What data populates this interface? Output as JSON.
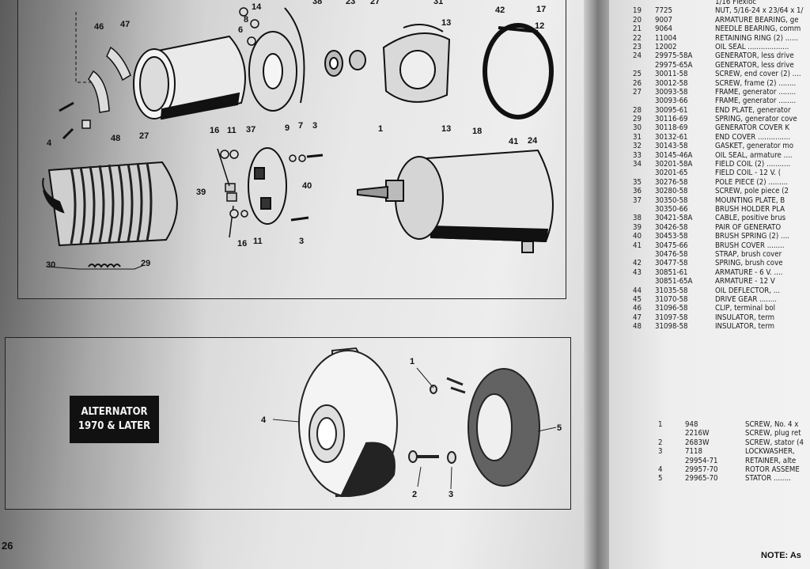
{
  "page_number": "26",
  "alternator_label": {
    "line1": "ALTERNATOR",
    "line2": "1970 & LATER"
  },
  "note_text": "NOTE: As",
  "top_callouts": [
    "1",
    "3",
    "3",
    "4",
    "6",
    "7",
    "8",
    "9",
    "11",
    "11",
    "12",
    "13",
    "13",
    "14",
    "16",
    "16",
    "17",
    "18",
    "23",
    "24",
    "27",
    "27",
    "29",
    "30",
    "31",
    "37",
    "38",
    "39",
    "40",
    "41",
    "42",
    "46",
    "47",
    "48"
  ],
  "bottom_callouts": [
    "1",
    "2",
    "3",
    "4",
    "5"
  ],
  "parts_list": [
    {
      "fig": "",
      "num": "",
      "desc": "1/16 Flexloc"
    },
    {
      "fig": "19",
      "num": "7725",
      "desc": "NUT, 5/16-24 x 23/64 x 1/"
    },
    {
      "fig": "20",
      "num": "9007",
      "desc": "ARMATURE BEARING, ge"
    },
    {
      "fig": "21",
      "num": "9064",
      "desc": "NEEDLE BEARING, comm"
    },
    {
      "fig": "22",
      "num": "11004",
      "desc": "RETAINING RING (2) ......"
    },
    {
      "fig": "23",
      "num": "12002",
      "desc": "OIL SEAL ..................."
    },
    {
      "fig": "24",
      "num": "29975-58A",
      "desc": "GENERATOR, less drive"
    },
    {
      "fig": "",
      "num": "29975-65A",
      "desc": "GENERATOR, less drive"
    },
    {
      "fig": "25",
      "num": "30011-58",
      "desc": "SCREW, end cover (2) ...."
    },
    {
      "fig": "26",
      "num": "30012-58",
      "desc": "SCREW, frame (2) ........"
    },
    {
      "fig": "27",
      "num": "30093-58",
      "desc": "FRAME, generator ........"
    },
    {
      "fig": "",
      "num": "30093-66",
      "desc": "FRAME, generator ........"
    },
    {
      "fig": "28",
      "num": "30095-61",
      "desc": "END PLATE, generator"
    },
    {
      "fig": "29",
      "num": "30116-69",
      "desc": "SPRING, generator cove"
    },
    {
      "fig": "30",
      "num": "30118-69",
      "desc": "GENERATOR COVER K"
    },
    {
      "fig": "31",
      "num": "30132-61",
      "desc": "END COVER ..............."
    },
    {
      "fig": "32",
      "num": "30143-58",
      "desc": "GASKET, generator mo"
    },
    {
      "fig": "33",
      "num": "30145-46A",
      "desc": "OIL SEAL, armature ...."
    },
    {
      "fig": "34",
      "num": "30201-58A",
      "desc": "FIELD COIL (2) ..........."
    },
    {
      "fig": "",
      "num": "30201-65",
      "desc": "FIELD COIL - 12 V. ("
    },
    {
      "fig": "35",
      "num": "30276-58",
      "desc": "POLE PIECE (2) ........."
    },
    {
      "fig": "36",
      "num": "30280-58",
      "desc": "SCREW, pole piece (2"
    },
    {
      "fig": "37",
      "num": "30350-58",
      "desc": "MOUNTING PLATE, B"
    },
    {
      "fig": "",
      "num": "30350-66",
      "desc": "BRUSH HOLDER PLA"
    },
    {
      "fig": "38",
      "num": "30421-58A",
      "desc": "CABLE, positive brus"
    },
    {
      "fig": "39",
      "num": "30426-58",
      "desc": "PAIR OF GENERATO"
    },
    {
      "fig": "40",
      "num": "30453-58",
      "desc": "BRUSH SPRING (2) ...."
    },
    {
      "fig": "41",
      "num": "30475-66",
      "desc": "BRUSH COVER ........"
    },
    {
      "fig": "",
      "num": "30476-58",
      "desc": "STRAP, brush cover"
    },
    {
      "fig": "42",
      "num": "30477-58",
      "desc": "SPRING, brush cove"
    },
    {
      "fig": "43",
      "num": "30851-61",
      "desc": "ARMATURE - 6 V. ...."
    },
    {
      "fig": "",
      "num": "30851-65A",
      "desc": "ARMATURE - 12 V"
    },
    {
      "fig": "44",
      "num": "31035-58",
      "desc": "OIL DEFLECTOR, ..."
    },
    {
      "fig": "45",
      "num": "31070-58",
      "desc": "DRIVE GEAR ........"
    },
    {
      "fig": "46",
      "num": "31096-58",
      "desc": "CLIP, terminal bol"
    },
    {
      "fig": "47",
      "num": "31097-58",
      "desc": "INSULATOR, term"
    },
    {
      "fig": "48",
      "num": "31098-58",
      "desc": "INSULATOR, term"
    }
  ],
  "alternator_parts": [
    {
      "fig": "1",
      "num": "948",
      "desc": "SCREW, No. 4 x"
    },
    {
      "fig": "",
      "num": "2216W",
      "desc": "SCREW, plug ret"
    },
    {
      "fig": "2",
      "num": "2683W",
      "desc": "SCREW, stator (4"
    },
    {
      "fig": "3",
      "num": "7118",
      "desc": "LOCKWASHER, "
    },
    {
      "fig": "",
      "num": "29954-71",
      "desc": "RETAINER, alte"
    },
    {
      "fig": "4",
      "num": "29957-70",
      "desc": "ROTOR ASSEME"
    },
    {
      "fig": "5",
      "num": "29965-70",
      "desc": "STATOR ........"
    }
  ]
}
